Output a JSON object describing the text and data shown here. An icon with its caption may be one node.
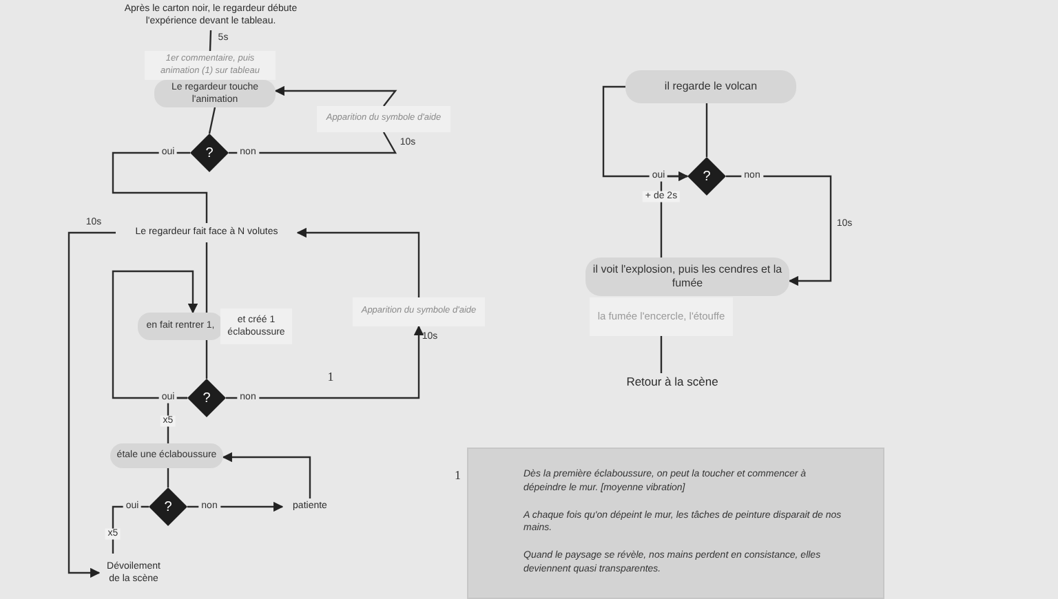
{
  "diagram": {
    "nodes": [
      {
        "text": [
          "Après le carton noir, le regardeur débute l'expérience devant le tableau."
        ]
      },
      {
        "text": [
          "1er commentaire, puis animation (1) sur tableau"
        ]
      },
      {
        "text": [
          "Le regardeur touche l'animation"
        ]
      },
      {
        "text": [
          "?"
        ]
      },
      {
        "text": [
          "Apparition du symbole d'aide"
        ]
      },
      {
        "text": [
          "Le regardeur fait face à N volutes"
        ]
      },
      {
        "text": [
          "en fait rentrer 1,"
        ]
      },
      {
        "text": [
          "et créé 1 éclaboussure"
        ]
      },
      {
        "text": [
          "?"
        ]
      },
      {
        "text": [
          "Apparition du symbole d'aide"
        ]
      },
      {
        "text": [
          "étale une éclaboussure"
        ]
      },
      {
        "text": [
          "?"
        ]
      },
      {
        "text": [
          "patiente"
        ]
      },
      {
        "text": [
          "Dévoilement de la scène"
        ]
      },
      {
        "text": [
          "il regarde le volcan"
        ]
      },
      {
        "text": [
          "?"
        ]
      },
      {
        "text": [
          "il voit l'explosion, puis les cendres et la fumée"
        ]
      },
      {
        "text": [
          "la fumée l'encercle, l'étouffe"
        ]
      },
      {
        "text": [
          "Retour à la scène"
        ]
      },
      {
        "text": [
          "Dès la première éclaboussure, on peut la toucher et commencer à dépeindre le mur. [moyenne vibration]",
          "A chaque fois qu'on dépeint le mur, les tâches de peinture disparait de nos mains.",
          "Quand le paysage se révèle, nos mains perdent en consistance, elles deviennent quasi transparentes."
        ],
        "beside": [
          "1"
        ]
      }
    ],
    "edges": [
      {
        "from": 0,
        "to": 1,
        "arrow": "none",
        "label": "5s"
      },
      {
        "from": 2,
        "to": 3,
        "arrow": "none"
      },
      {
        "from": 3,
        "to": 4,
        "arrow": "none",
        "label": "non"
      },
      {
        "from": 4,
        "to": 2,
        "arrow": "to"
      },
      {
        "from": 3,
        "to": 5,
        "arrow": "none",
        "label": "oui"
      },
      {
        "from": 5,
        "to": 13,
        "arrow": "to",
        "label": "10s"
      },
      {
        "from": 5,
        "to": 6,
        "arrow": "none"
      },
      {
        "from": 6,
        "to": 8,
        "arrow": "none"
      },
      {
        "from": 8,
        "to": 6,
        "arrow": "to",
        "label": "oui"
      },
      {
        "from": 8,
        "to": 9,
        "arrow": "to",
        "label": "non"
      },
      {
        "from": 9,
        "to": 5,
        "arrow": "to"
      },
      {
        "from": 8,
        "to": 10,
        "arrow": "none"
      },
      {
        "from": 10,
        "to": 11,
        "arrow": "none"
      },
      {
        "from": 11,
        "to": 12,
        "arrow": "to",
        "label": "non"
      },
      {
        "from": 12,
        "to": 10,
        "arrow": "to"
      },
      {
        "from": 11,
        "to": 13,
        "arrow": "none",
        "label": "oui"
      },
      {
        "from": 14,
        "to": 15,
        "arrow": "none"
      },
      {
        "from": 14,
        "to": 15,
        "arrow": "to",
        "label": "oui"
      },
      {
        "from": 15,
        "to": 16,
        "arrow": "none"
      },
      {
        "from": 15,
        "to": 16,
        "arrow": "to",
        "label": "non"
      },
      {
        "from": 17,
        "to": 18,
        "arrow": "none"
      }
    ],
    "labels": [
      "10s",
      "1",
      "10s",
      "x5",
      "x5",
      "+ de 2s",
      "10s"
    ]
  }
}
